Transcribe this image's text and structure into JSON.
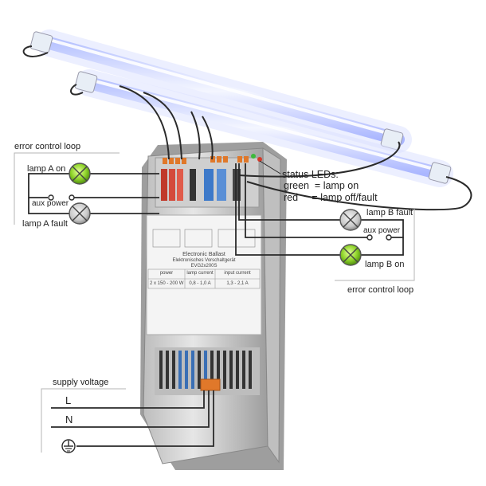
{
  "labels": {
    "error_loop_left": "error control loop",
    "error_loop_right": "error control loop",
    "lamp_a_on": "lamp A on",
    "aux_power_left": "aux power",
    "lamp_a_fault": "lamp A fault",
    "lamp_b_fault": "lamp B fault",
    "aux_power_right": "aux power",
    "lamp_b_on": "lamp B on",
    "supply_voltage": "supply voltage",
    "terminal_l": "L",
    "terminal_n": "N"
  },
  "status_leds": {
    "title": "status LEDs:",
    "green_line": "green  = lamp on",
    "red_line": "red     = lamp off/fault"
  },
  "ballast": {
    "title": "Electronic Ballast",
    "subtitle": "Elektronisches Vorschaltgerät",
    "model": "EVG2x200S",
    "col_power": "power",
    "col_lamp_current": "lamp current",
    "col_input_current": "input current",
    "val_power": "2 x 150 - 200 W",
    "val_lamp_current": "0,8 - 1,0 A",
    "val_input_current": "1,3 - 2,1 A"
  },
  "colors": {
    "lamp_on_green": "#8fd42a",
    "lamp_fault_gray": "#c8c8c8",
    "tube_glow": "#cfd8ff",
    "wire": "#2a2a2a",
    "housing": "#d9d9d9"
  }
}
